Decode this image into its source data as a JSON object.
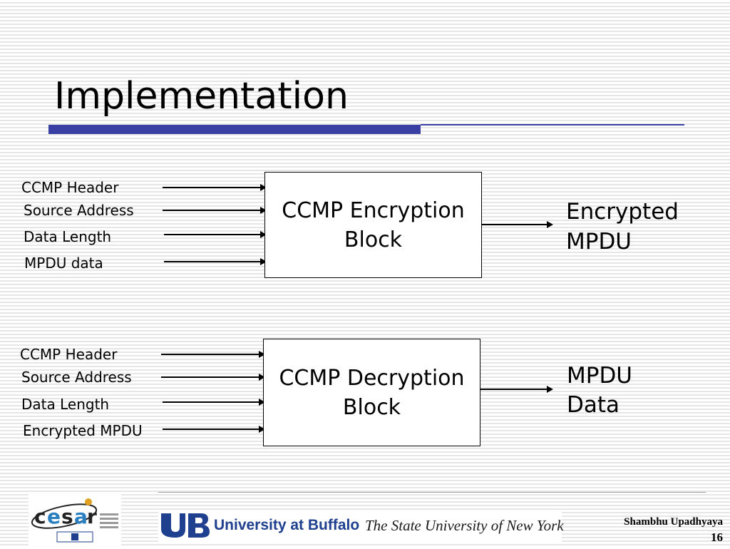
{
  "slide": {
    "title": "Implementation",
    "page_number": "16",
    "author": "Shambhu Upadhyaya"
  },
  "encryption": {
    "inputs": [
      "CCMP Header",
      "Source Address",
      "Data Length",
      "MPDU data"
    ],
    "block_line1": "CCMP Encryption",
    "block_line2": "Block",
    "output_line1": "Encrypted",
    "output_line2": "MPDU"
  },
  "decryption": {
    "inputs": [
      "CCMP Header",
      "Source Address",
      "Data Length",
      "Encrypted MPDU"
    ],
    "block_line1": "CCMP Decryption",
    "block_line2": "Block",
    "output_line1": "MPDU",
    "output_line2": "Data"
  },
  "footer": {
    "logo_text": "cesar",
    "ub_name": "University at Buffalo",
    "ub_tagline": "The State University of New York"
  },
  "colors": {
    "accent": "#3a3fa4",
    "ub_blue": "#1f3f8f"
  }
}
